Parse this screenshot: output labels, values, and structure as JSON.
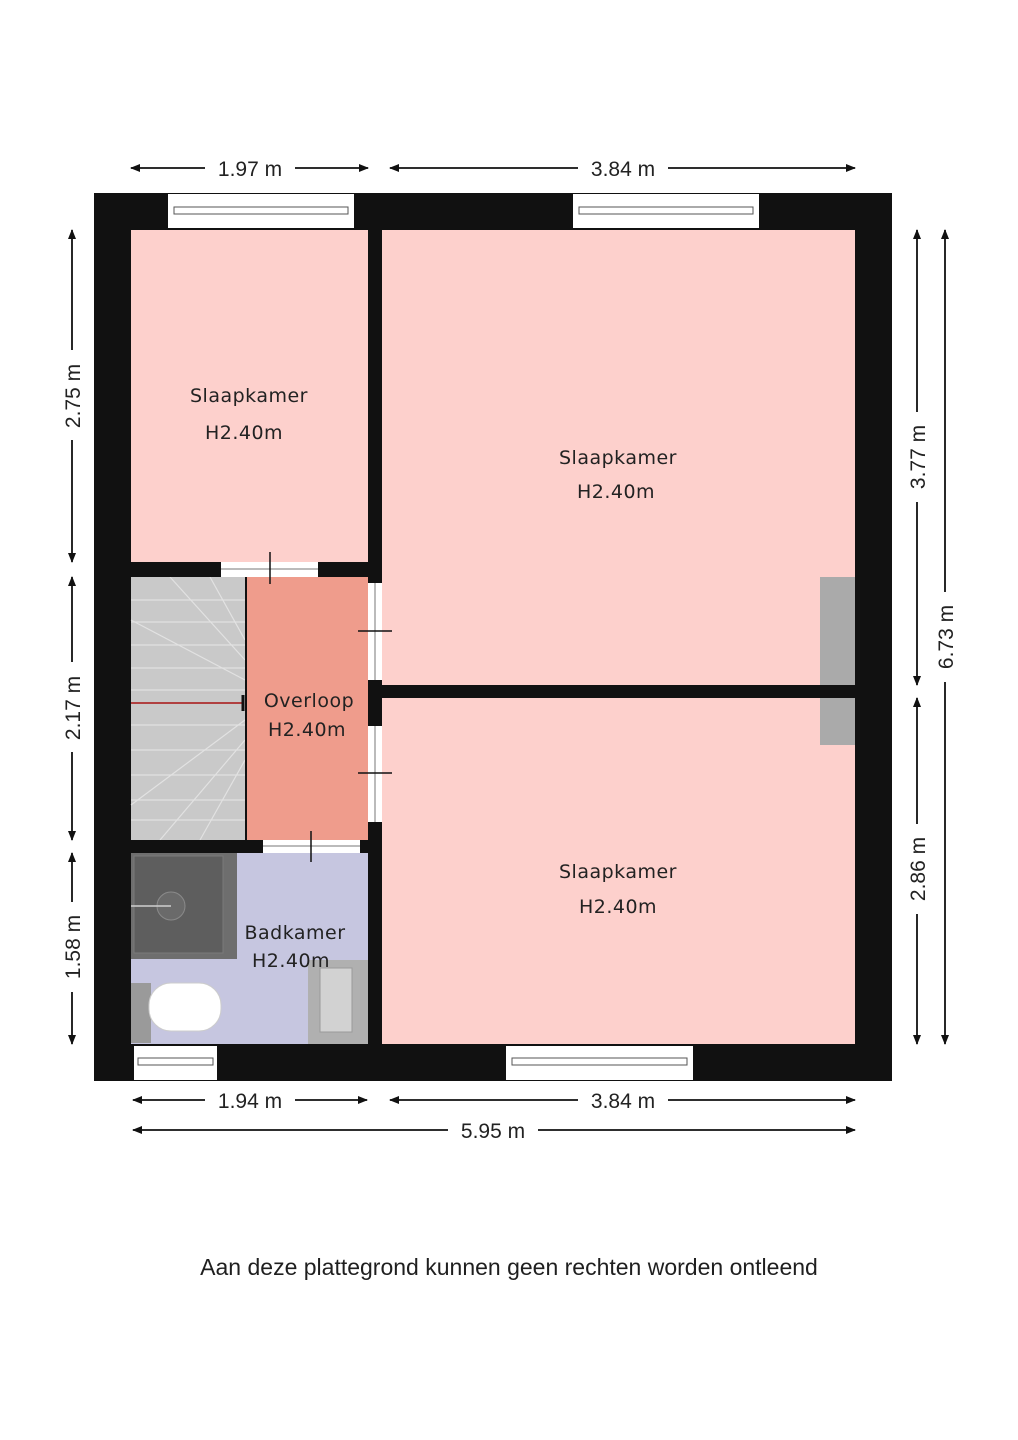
{
  "rooms": {
    "bedroom_top_left": {
      "name": "Slaapkamer",
      "height": "H2.40m"
    },
    "bedroom_top_right": {
      "name": "Slaapkamer",
      "height": "H2.40m"
    },
    "landing": {
      "name": "Overloop",
      "height": "H2.40m"
    },
    "bathroom": {
      "name": "Badkamer",
      "height": "H2.40m"
    },
    "bedroom_bottom_right": {
      "name": "Slaapkamer",
      "height": "H2.40m"
    }
  },
  "dimensions": {
    "top_left": "1.97 m",
    "top_right": "3.84 m",
    "bottom_left": "1.94 m",
    "bottom_right": "3.84 m",
    "bottom_total": "5.95 m",
    "left_top": "2.75 m",
    "left_middle": "2.17 m",
    "left_bottom": "1.58 m",
    "right_top": "3.77 m",
    "right_bottom": "2.86 m",
    "right_total": "6.73 m"
  },
  "colors": {
    "wall": "#111111",
    "bedroom": "#fdd0cc",
    "landing": "#ef9c8c",
    "bathroom": "#c6c6e0",
    "stairs": "#c9c9c9",
    "fixture": "#6e6e6e"
  },
  "disclaimer": "Aan deze plattegrond kunnen geen rechten worden ontleend"
}
